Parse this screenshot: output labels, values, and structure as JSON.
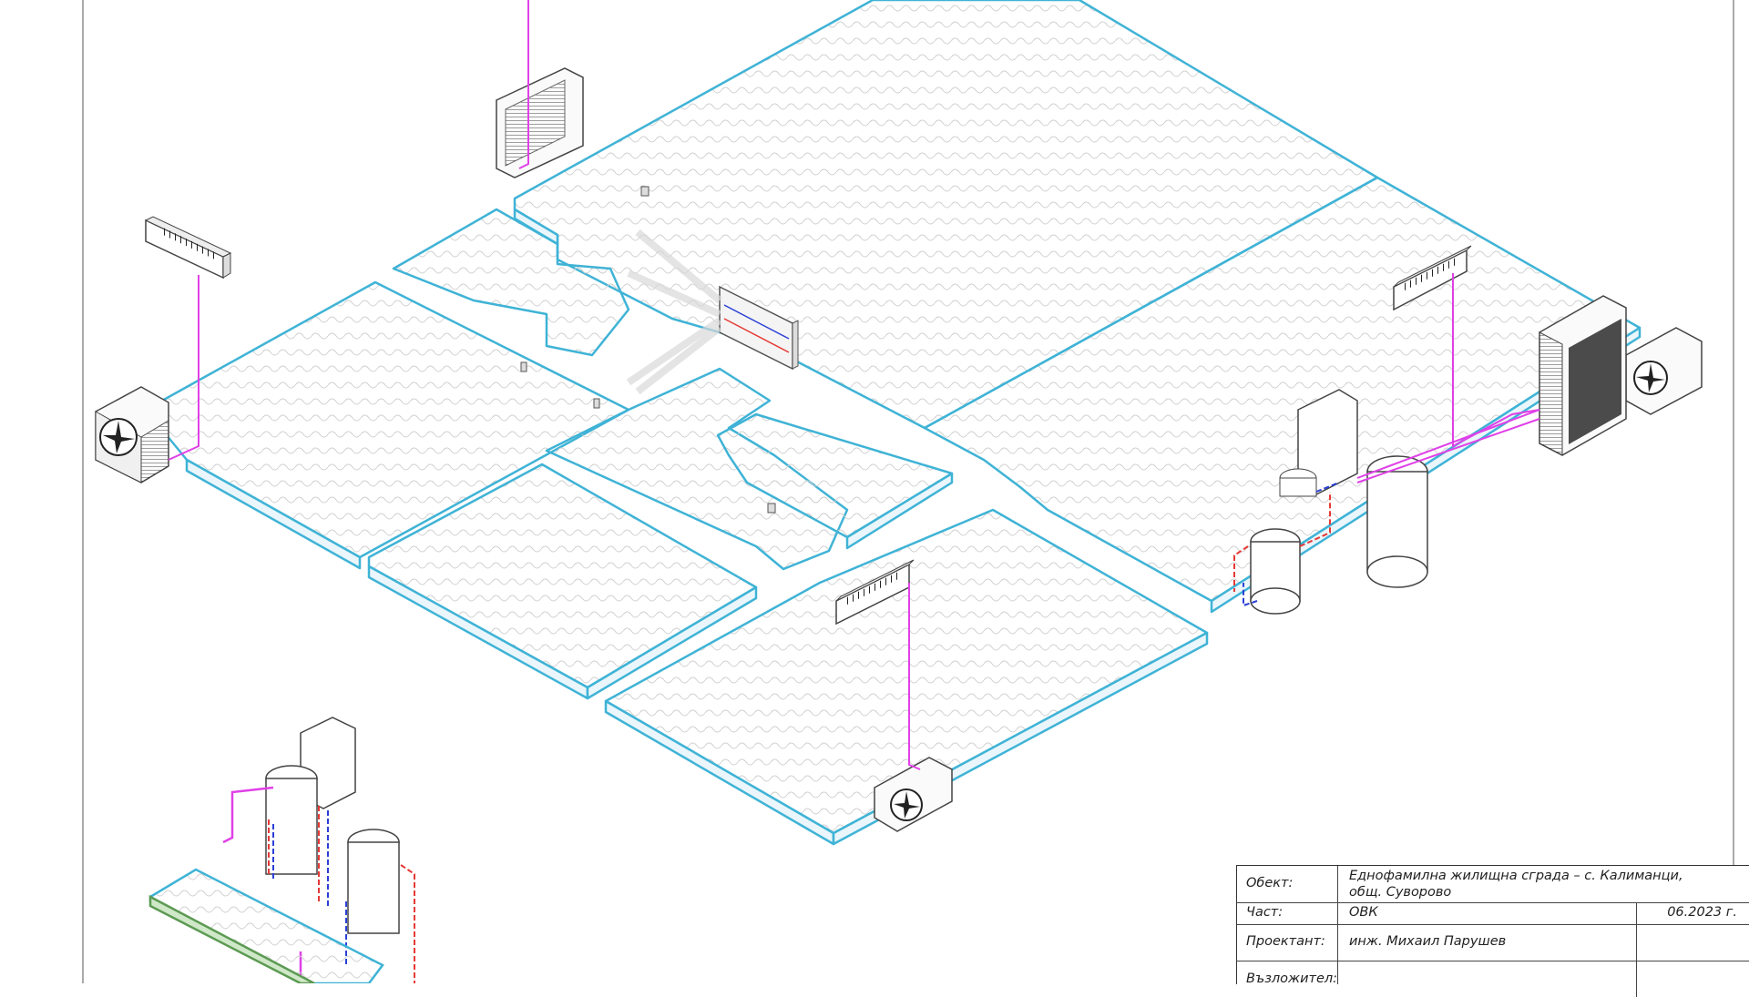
{
  "title_block": {
    "object_label": "Обект:",
    "object_value_line1": "Еднофамилна жилищна сграда – с. Калиманци,",
    "object_value_line2": "общ. Суворово",
    "part_label": "Част:",
    "part_value": "ОВК",
    "date": "06.2023 г.",
    "designer_label": "Проектант:",
    "designer_value": "инж. Михаил Парушев",
    "next_label": "Възложител:"
  },
  "colors": {
    "floor_outline": "#3fb3d6",
    "heating_coil": "#c8c8c8",
    "refrigerant_line": "#e040e8",
    "supply_pipe": "#e53935",
    "return_pipe": "#2a3fd6",
    "equipment_outline": "#555555",
    "frame": "#333333"
  }
}
